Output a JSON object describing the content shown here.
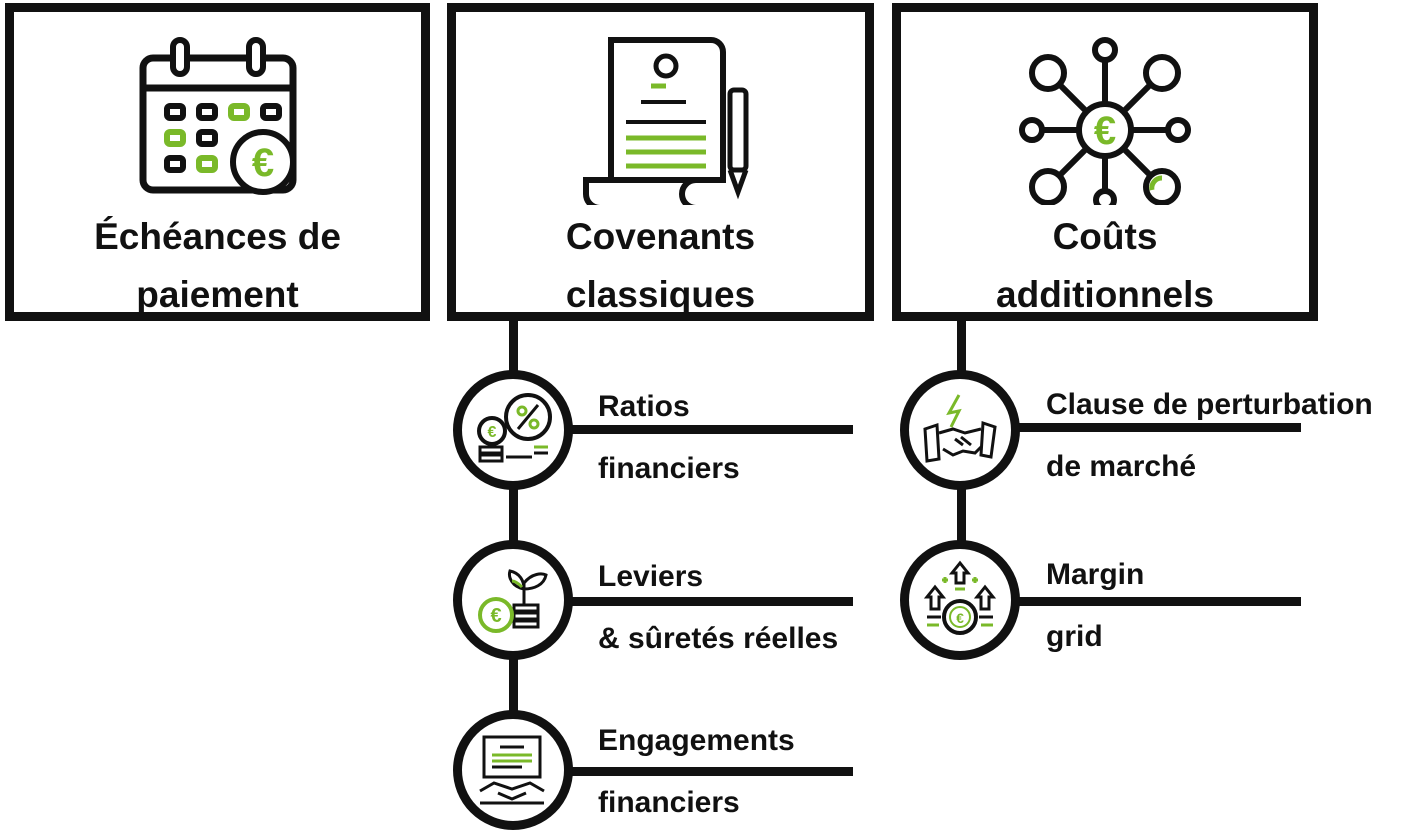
{
  "colors": {
    "accent": "#7ab929",
    "ink": "#111111"
  },
  "boxes": [
    {
      "icon": "calendar-euro-icon",
      "title_line1": "Échéances de",
      "title_line2": "paiement"
    },
    {
      "icon": "contract-document-icon",
      "title_line1": "Covenants",
      "title_line2": "classiques"
    },
    {
      "icon": "euro-network-icon",
      "title_line1": "Coûts",
      "title_line2": "additionnels"
    }
  ],
  "covenants": [
    {
      "icon": "financial-ratio-icon",
      "line1": "Ratios",
      "line2": "financiers"
    },
    {
      "icon": "growth-plant-coins-icon",
      "line1": "Leviers",
      "line2": "& sûretés réelles"
    },
    {
      "icon": "agreement-handshake-icon",
      "line1": "Engagements",
      "line2": "financiers"
    }
  ],
  "costs": [
    {
      "icon": "handshake-disruption-icon",
      "line1": "Clause de perturbation",
      "line2": "de marché"
    },
    {
      "icon": "margin-arrows-coin-icon",
      "line1": "Margin",
      "line2": "grid"
    }
  ]
}
